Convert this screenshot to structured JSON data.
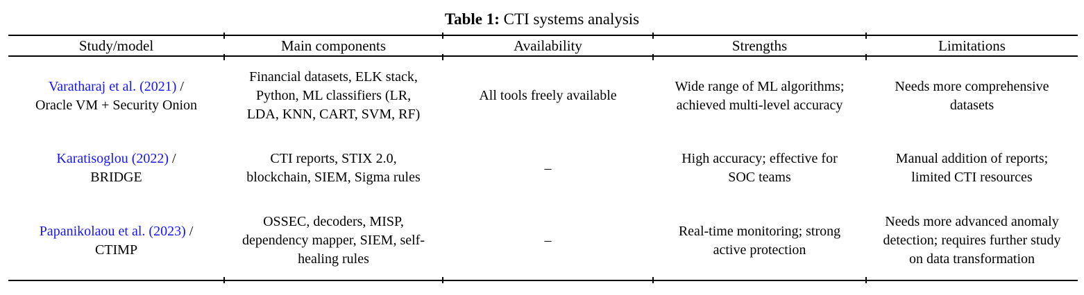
{
  "caption": {
    "label": "Table 1:",
    "text": " CTI systems analysis"
  },
  "table": {
    "columns": [
      "Study/model",
      "Main components",
      "Availability",
      "Strengths",
      "Limitations"
    ],
    "rows": [
      {
        "study_link": "Varatharaj et al. (2021)",
        "study_rest": " / Oracle VM + Security Onion",
        "components": "Financial datasets, ELK stack, Python, ML classifiers (LR, LDA, KNN, CART, SVM, RF)",
        "availability": "All tools freely available",
        "strengths": "Wide range of ML algorithms; achieved multi-level accuracy",
        "limitations": "Needs more comprehensive datasets"
      },
      {
        "study_link": "Karatisoglou (2022)",
        "study_rest": " / BRIDGE",
        "components": "CTI reports, STIX 2.0, blockchain, SIEM, Sigma rules",
        "availability": "–",
        "strengths": "High accuracy; effective for SOC teams",
        "limitations": "Manual addition of reports; limited CTI resources"
      },
      {
        "study_link": "Papanikolaou et al. (2023)",
        "study_rest": " / CTIMP",
        "components": "OSSEC, decoders, MISP, dependency mapper, SIEM, self-healing rules",
        "availability": "–",
        "strengths": "Real-time monitoring; strong active protection",
        "limitations": "Needs more advanced anomaly detection; requires further study on data transformation"
      }
    ]
  },
  "colors": {
    "link_blue": "#1414ff",
    "text": "#000000",
    "rule": "#000000"
  }
}
